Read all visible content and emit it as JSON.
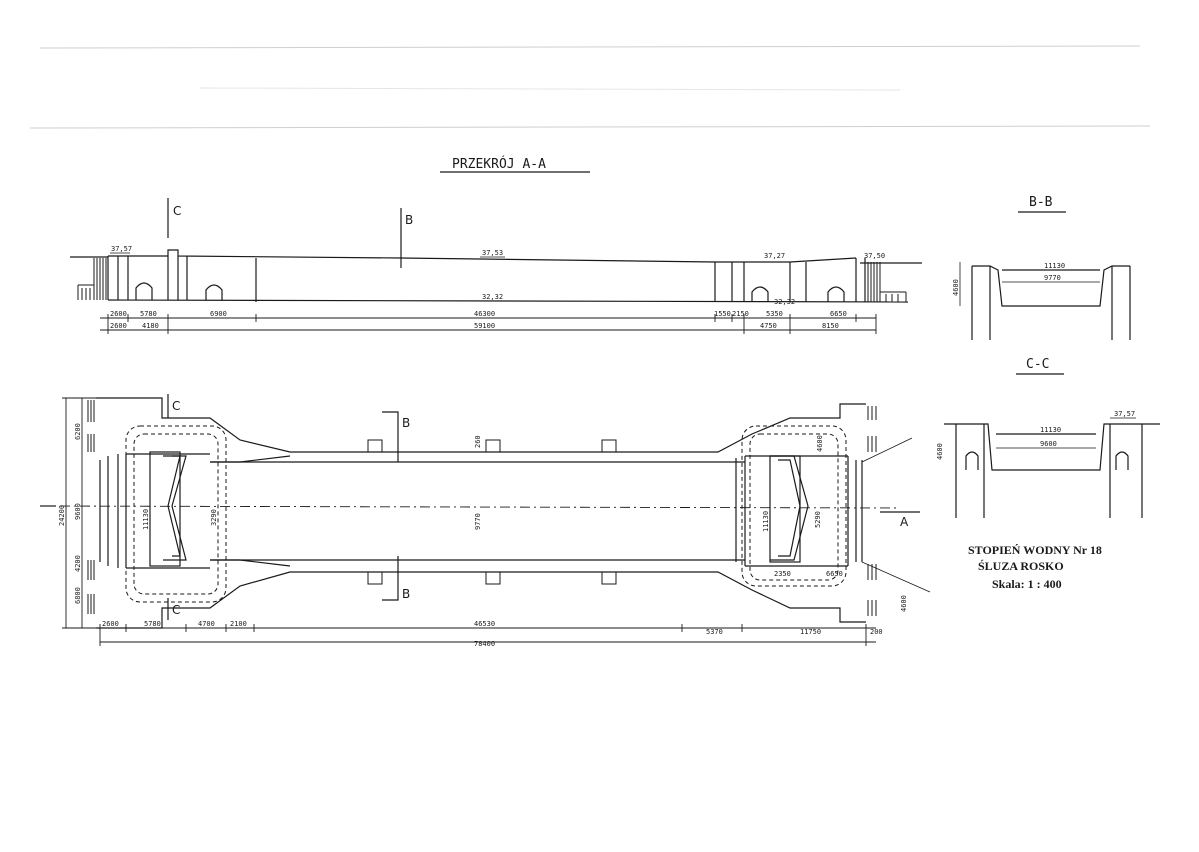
{
  "section_aa": {
    "title": "PRZEKRÓJ A-A",
    "cut_c": "C",
    "cut_b": "B"
  },
  "section_aa_levels": {
    "l1": "37,57",
    "l2": "37,53",
    "l3": "37,27",
    "l4": "37,50",
    "l5": "32,32",
    "l6": "32,32"
  },
  "section_aa_dims_row1": [
    "2600",
    "5780",
    "6900",
    "46300",
    "1550",
    "2150",
    "5350",
    "6650"
  ],
  "section_aa_dims_row2": [
    "2600",
    "4180",
    "59100",
    "4750",
    "8150"
  ],
  "plan": {
    "cut_c_top": "C",
    "cut_c_bottom": "C",
    "cut_b_top": "B",
    "cut_b_bottom": "B",
    "cut_a": "A"
  },
  "plan_dims_vertical_left": [
    "6200",
    "24200",
    "9600",
    "4200",
    "6800"
  ],
  "plan_dims_inner": [
    "11130",
    "3290",
    "260",
    "9770",
    "11130",
    "5290",
    "6650",
    "4600",
    "2350",
    "4600"
  ],
  "plan_dims_row1": [
    "2600",
    "5780",
    "4700",
    "2100",
    "46530",
    "5370",
    "11750",
    "200"
  ],
  "plan_dims_total": "78400",
  "section_bb": {
    "title": "B-B",
    "dim_height": "4600",
    "dim_width": "11130",
    "dim_inner": "9770"
  },
  "section_cc": {
    "title": "C-C",
    "dim_height": "4600",
    "dim_width": "11130",
    "dim_inner": "9600",
    "level": "37,57"
  },
  "titleblock": {
    "line1": "STOPIEŃ WODNY Nr 18",
    "line2": "ŚLUZA ROSKO",
    "line3": "Skala: 1 : 400"
  },
  "colors": {
    "ink": "#1a1a1a",
    "paper": "#ffffff"
  }
}
